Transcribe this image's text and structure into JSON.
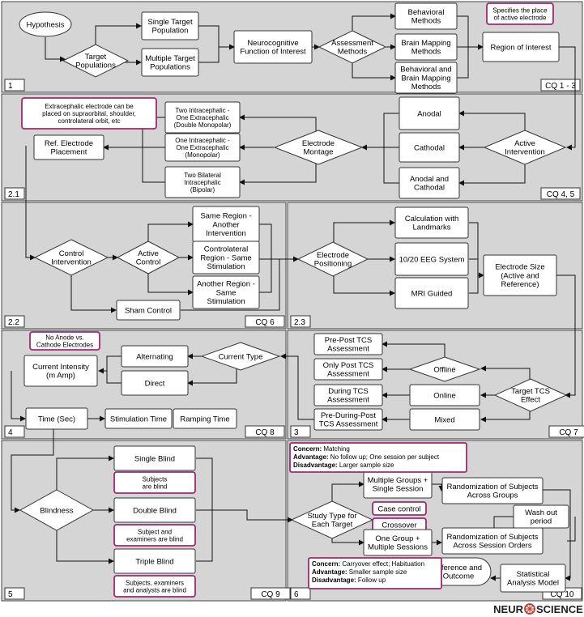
{
  "panels": [
    {
      "num": "1",
      "cq": "CQ 1 - 3"
    },
    {
      "num": "2.1",
      "cq": "CQ 4, 5"
    },
    {
      "num": "2.2",
      "cq": "CQ 6"
    },
    {
      "num": "2.3",
      "cq": ""
    },
    {
      "num": "4",
      "cq": "CQ 8"
    },
    {
      "num": "3",
      "cq": "CQ 7"
    },
    {
      "num": "5",
      "cq": "CQ 9"
    },
    {
      "num": "6",
      "cq": "CQ 10"
    }
  ],
  "p1": {
    "hypothesis": "Hypothesis",
    "target_populations": [
      "Target",
      "Populations"
    ],
    "single_target": [
      "Single Target",
      "Population"
    ],
    "multiple_target": [
      "Multiple Target",
      "Populations"
    ],
    "neurocognitive": [
      "Neurocognitive",
      "Function of Interest"
    ],
    "assessment_methods": [
      "Assessment",
      "Methods"
    ],
    "behavioral": [
      "Behavioral",
      "Methods"
    ],
    "brain_mapping": [
      "Brain Mapping",
      "Methods"
    ],
    "beh_brain": [
      "Behavioral and",
      "Brain Mapping",
      "Methods"
    ],
    "roi": "Region of Interest",
    "roi_note": [
      "Specifies the place",
      "of active electrode"
    ]
  },
  "p21": {
    "note": [
      "Extracephalic electrode can be",
      "placed on supraorbital, shoulder,",
      "controlateral orbit, etc"
    ],
    "ref_electrode": [
      "Ref. Electrode",
      "Placement"
    ],
    "two_intra": [
      "Two Intracephalic -",
      "One Extracephalic",
      "(Double Monopolar)"
    ],
    "one_intra": [
      "One Intracephalic -",
      "One Extracephalic",
      "(Monopolar)"
    ],
    "two_bilateral": [
      "Two Bilateral",
      "Intracephalic",
      "(Bipolar)"
    ],
    "montage": [
      "Electrode",
      "Montage"
    ],
    "anodal": "Anodal",
    "cathodal": "Cathodal",
    "anodal_cathodal": [
      "Anodal and",
      "Cathodal"
    ],
    "active_intervention": [
      "Active",
      "Intervention"
    ]
  },
  "p22": {
    "control_intervention": [
      "Control",
      "Intervention"
    ],
    "active_control": [
      "Active",
      "Control"
    ],
    "same_region": [
      "Same Region -",
      "Another",
      "Intervention"
    ],
    "contralateral": [
      "Controlateral",
      "Region - Same",
      "Stimulation"
    ],
    "another_region": [
      "Another Region -",
      "Same",
      "Stimulation"
    ],
    "sham": "Sham Control"
  },
  "p23": {
    "positioning": [
      "Electrode",
      "Positioning"
    ],
    "landmarks": [
      "Calculation with",
      "Landmarks"
    ],
    "eeg": "10/20 EEG System",
    "mri": "MRI Guided",
    "size": [
      "Electrode Size",
      "(Active and",
      "Reference)"
    ]
  },
  "p4": {
    "note": [
      "No Anode vs.",
      "Cathode Electrodes"
    ],
    "alternating": "Alternating",
    "current_type": "Current Type",
    "direct": "Direct",
    "intensity": [
      "Current Intensity",
      "(m Amp)"
    ],
    "time": "Time (Sec)",
    "stim_time": "Stimulation Time",
    "ramp_time": "Ramping Time"
  },
  "p3": {
    "pre_post": [
      "Pre-Post TCS",
      "Assessment"
    ],
    "only_post": [
      "Only Post TCS",
      "Assessment"
    ],
    "during": [
      "During TCS",
      "Assessment"
    ],
    "pre_during_post": [
      "Pre-During-Post",
      "TCS Assessment"
    ],
    "offline": "Offline",
    "online": "Online",
    "mixed": "Mixed",
    "target_effect": [
      "Target TCS",
      "Effect"
    ]
  },
  "p5": {
    "blindness": "Blindness",
    "single": "Single Blind",
    "single_note": [
      "Subjects",
      "are blind"
    ],
    "double": "Double Blind",
    "double_note": [
      "Subject and",
      "examiners are blind"
    ],
    "triple": "Triple Blind",
    "triple_note": [
      "Subjects, examiners",
      "and analysts are blind"
    ]
  },
  "p6": {
    "top_note": [
      {
        "b": "Concern:",
        "t": " Matching"
      },
      {
        "b": "Advantage:",
        "t": " No follow up; One session per subject"
      },
      {
        "b": "Disadvantage:",
        "t": " Larger sample size"
      }
    ],
    "study_type": [
      "Study Type for",
      "Each Target"
    ],
    "multi_groups": [
      "Multiple Groups +",
      "Single Session"
    ],
    "rand_groups": [
      "Randomization of Subjects",
      "Across Groups"
    ],
    "case_control": "Case control",
    "crossover": "Crossover",
    "washout": [
      "Wash out",
      "period"
    ],
    "one_group": [
      "One Group +",
      "Multiple Sessions"
    ],
    "rand_orders": [
      "Randomization of Subjects",
      "Across Session Orders"
    ],
    "bottom_note": [
      {
        "b": "Concern:",
        "t": " Carryover effect; Habituation"
      },
      {
        "b": "Advantage:",
        "t": " Smaller sample size"
      },
      {
        "b": "Disadvantage:",
        "t": " Follow up"
      }
    ],
    "inference": [
      "Inference and",
      "Outcome"
    ],
    "statistical": [
      "Statistical",
      "Analysis Model"
    ]
  },
  "logo": {
    "left": "NEUR",
    "right": "SCIENCE",
    "mark_color": "#c0392b"
  }
}
